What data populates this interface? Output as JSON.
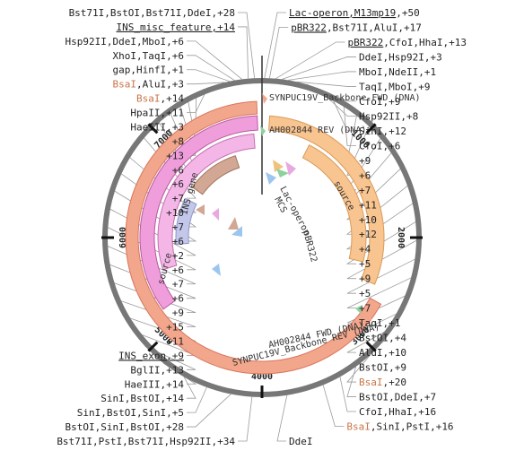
{
  "plasmid": {
    "length": 8000,
    "colors": {
      "backbone": "#777777",
      "leader": "#9a9a9a",
      "highlight_enzyme": "#c8764a",
      "source_outer": "#f2a78c",
      "source_stroke": "#d9745a",
      "ins_gene": "#ef9edb",
      "pbr322": "#f8c490",
      "mcs_colors": [
        "#f1c27d",
        "#8fd19e",
        "#e8a9e0",
        "#9cc6ef"
      ]
    }
  },
  "enzymes_left": [
    {
      "text": "Bst71I,BstOI,Bst71I,DdeI,+28",
      "pos": 7940
    },
    {
      "text": "INS_misc_feature,+14",
      "pos": 7890,
      "underline": true
    },
    {
      "text": "Hsp92II,DdeI,MboI,+6",
      "pos": 7840
    },
    {
      "text": "XhoI,TaqI,+6",
      "pos": 7780
    },
    {
      "text": "gap,HinfI,+1",
      "pos": 7740
    },
    {
      "text": "BsaI,AluI,+3",
      "pos": 7700,
      "hl": "BsaI"
    },
    {
      "text": "BsaI,+14",
      "pos": 7650,
      "hl": "BsaI"
    },
    {
      "text": "HpaII,+11",
      "pos": 7560
    },
    {
      "text": "HaeIII,+3",
      "pos": 7460
    },
    {
      "text": "+8",
      "pos": 7380
    },
    {
      "text": "+13",
      "pos": 7300
    },
    {
      "text": "+6",
      "pos": 7200
    },
    {
      "text": "+6",
      "pos": 7080
    },
    {
      "text": "+7",
      "pos": 6900
    },
    {
      "text": "+10",
      "pos": 6700
    },
    {
      "text": "+7",
      "pos": 6550
    },
    {
      "text": "+6",
      "pos": 6400
    },
    {
      "text": "+2",
      "pos": 6250
    },
    {
      "text": "+6",
      "pos": 6100
    },
    {
      "text": "+7",
      "pos": 5950
    },
    {
      "text": "+6",
      "pos": 5800
    },
    {
      "text": "+9",
      "pos": 5650
    },
    {
      "text": "+15",
      "pos": 5500
    },
    {
      "text": "+11",
      "pos": 5350
    },
    {
      "text": "INS_exon,+9",
      "pos": 5200,
      "underline": true
    },
    {
      "text": "BglII,+13",
      "pos": 5050
    },
    {
      "text": "HaeIII,+14",
      "pos": 4850
    },
    {
      "text": "SinI,BstOI,+14",
      "pos": 4650
    },
    {
      "text": "SinI,BstOI,SinI,+5",
      "pos": 4450
    },
    {
      "text": "BstOI,SinI,BstOI,+28",
      "pos": 4250
    },
    {
      "text": "Bst71I,PstI,Bst71I,Hsp92II,+34",
      "pos": 4080
    }
  ],
  "enzymes_right": [
    {
      "text": "Lac-operon,M13mp19,+50",
      "pos": 20,
      "underline_prefix": "Lac-operon,M13mp19"
    },
    {
      "text": "pBR322,Bst71I,AluI,+17",
      "pos": 60,
      "underline_prefix": "pBR322"
    },
    {
      "text": "pBR322,CfoI,HhaI,+13",
      "pos": 110,
      "underline_prefix": "pBR322"
    },
    {
      "text": "DdeI,Hsp92I,+3",
      "pos": 160
    },
    {
      "text": "MboI,NdeII,+1",
      "pos": 210
    },
    {
      "text": "TaqI,MboI,+9",
      "pos": 280
    },
    {
      "text": "CfoI,+9",
      "pos": 360
    },
    {
      "text": "Hsp92II,+8",
      "pos": 450
    },
    {
      "text": "SinI,+12",
      "pos": 560
    },
    {
      "text": "CfoI,+6",
      "pos": 680
    },
    {
      "text": "+9",
      "pos": 820
    },
    {
      "text": "+6",
      "pos": 960
    },
    {
      "text": "+7",
      "pos": 1100
    },
    {
      "text": "+11",
      "pos": 1250
    },
    {
      "text": "+10",
      "pos": 1400
    },
    {
      "text": "+12",
      "pos": 1550
    },
    {
      "text": "+4",
      "pos": 1700
    },
    {
      "text": "+5",
      "pos": 1850
    },
    {
      "text": "+9",
      "pos": 2000
    },
    {
      "text": "+5",
      "pos": 2150
    },
    {
      "text": "+7",
      "pos": 2300
    },
    {
      "text": "TaqI,+1",
      "pos": 2450
    },
    {
      "text": "BstOI,+4",
      "pos": 2600
    },
    {
      "text": "AluI,+10",
      "pos": 2750
    },
    {
      "text": "BstOI,+9",
      "pos": 2900
    },
    {
      "text": "BsaI,+20",
      "pos": 3050,
      "hl": "BsaI"
    },
    {
      "text": "BstOI,DdeI,+7",
      "pos": 3200
    },
    {
      "text": "CfoI,HhaI,+16",
      "pos": 3350
    },
    {
      "text": "BsaI,SinI,PstI,+16",
      "pos": 3500,
      "hl": "BsaI"
    },
    {
      "text": "DdeI",
      "pos": 3800
    }
  ],
  "ticks": [
    {
      "label": "1000",
      "pos": 1000
    },
    {
      "label": "2000",
      "pos": 2000
    },
    {
      "label": "3000",
      "pos": 3000
    },
    {
      "label": "4000",
      "pos": 4000
    },
    {
      "label": "5000",
      "pos": 5000
    },
    {
      "label": "6000",
      "pos": 6000
    },
    {
      "label": "7000",
      "pos": 7000
    }
  ],
  "features": [
    {
      "name": "SYNPUC19V_Backbone FWD (DNA)",
      "label": "SYNPUC19V_Backbone FWD (DNA)",
      "pos": 30
    },
    {
      "name": "AH002844 REV (DNA)",
      "label": "AH002844 REV (DNA)",
      "pos": 60
    },
    {
      "name": "source-right",
      "label": "source",
      "pos": 700
    },
    {
      "name": "pBR322",
      "label": "pBR322",
      "pos": 1000
    },
    {
      "name": "Lac-operon",
      "label": "Lac-operon",
      "pos": 300
    },
    {
      "name": "MCS",
      "label": "MCS",
      "pos": 250
    },
    {
      "name": "INS gene",
      "label": "INS gene",
      "pos": 6900
    },
    {
      "name": "source-left",
      "label": "source",
      "pos": 6000
    },
    {
      "name": "AH002844 FWD (DNA)",
      "label": "AH002844 FWD (DNA)",
      "pos": 2650
    },
    {
      "name": "SYNPUC19V_Backbone REV (DNA)",
      "label": "SYNPUC19V_Backbone REV (DNA)",
      "pos": 2800
    }
  ]
}
